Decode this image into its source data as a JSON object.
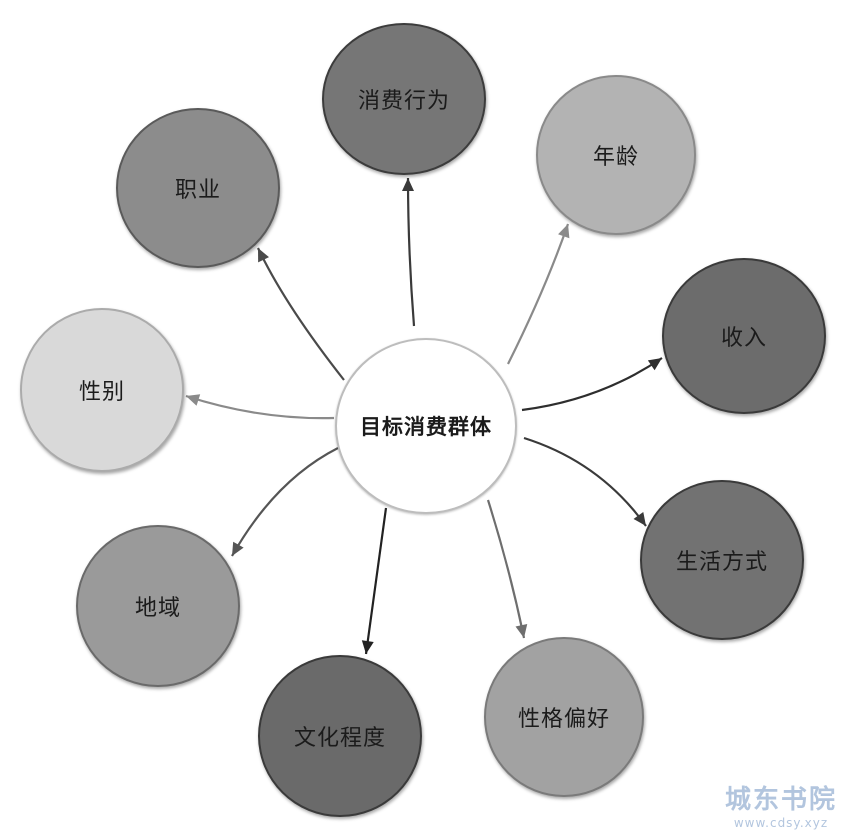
{
  "center": {
    "label": "目标消费群体"
  },
  "nodes": [
    {
      "id": "consumption-behavior",
      "label": "消费行为",
      "fill": "#767676",
      "border": "#3c3c3c"
    },
    {
      "id": "age",
      "label": "年龄",
      "fill": "#b3b3b3",
      "border": "#8a8a8a"
    },
    {
      "id": "income",
      "label": "收入",
      "fill": "#6c6c6c",
      "border": "#3a3a3a"
    },
    {
      "id": "lifestyle",
      "label": "生活方式",
      "fill": "#727272",
      "border": "#3a3a3a"
    },
    {
      "id": "personality",
      "label": "性格偏好",
      "fill": "#a2a2a2",
      "border": "#7a7a7a"
    },
    {
      "id": "education",
      "label": "文化程度",
      "fill": "#6a6a6a",
      "border": "#3a3a3a"
    },
    {
      "id": "region",
      "label": "地域",
      "fill": "#9a9a9a",
      "border": "#6a6a6a"
    },
    {
      "id": "gender",
      "label": "性别",
      "fill": "#d9d9d9",
      "border": "#ababab"
    },
    {
      "id": "occupation",
      "label": "职业",
      "fill": "#8c8c8c",
      "border": "#5a5a5a"
    }
  ],
  "edges": [
    {
      "from": "center",
      "to": "consumption-behavior",
      "color": "#3a3a3a"
    },
    {
      "from": "center",
      "to": "age",
      "color": "#8a8a8a"
    },
    {
      "from": "center",
      "to": "income",
      "color": "#2e2e2e"
    },
    {
      "from": "center",
      "to": "lifestyle",
      "color": "#3a3a3a"
    },
    {
      "from": "center",
      "to": "personality",
      "color": "#6e6e6e"
    },
    {
      "from": "center",
      "to": "education",
      "color": "#222222"
    },
    {
      "from": "center",
      "to": "region",
      "color": "#555555"
    },
    {
      "from": "center",
      "to": "gender",
      "color": "#8a8a8a"
    },
    {
      "from": "center",
      "to": "occupation",
      "color": "#4a4a4a"
    }
  ],
  "watermark": {
    "name": "城东书院",
    "url": "www.cdsy.xyz"
  }
}
